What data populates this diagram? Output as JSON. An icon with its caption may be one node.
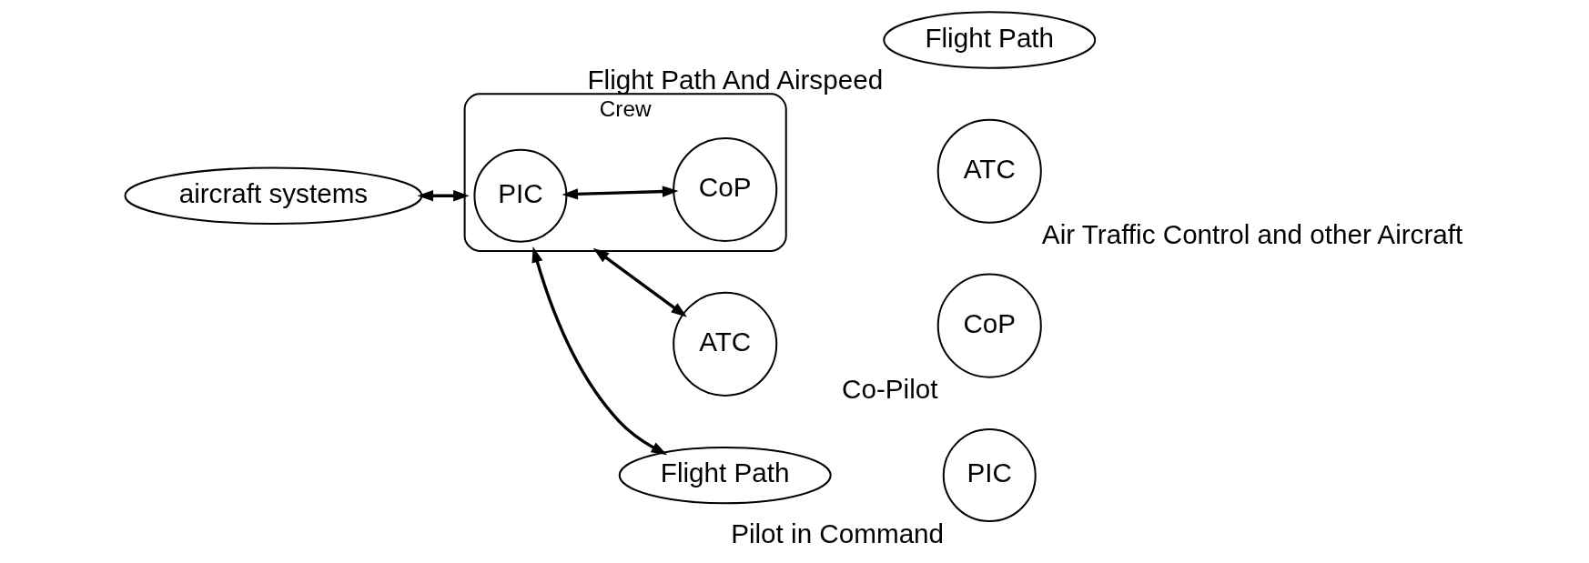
{
  "diagram": {
    "nodes": [
      {
        "text": [
          "aircraft systems"
        ]
      },
      {
        "text": [
          "Crew"
        ]
      },
      {
        "text": [
          "PIC"
        ],
        "in": 1
      },
      {
        "text": [
          "CoP"
        ],
        "in": 1
      },
      {
        "text": [
          "ATC"
        ]
      },
      {
        "text": [
          "Flight Path"
        ]
      },
      {
        "text": [
          "PIC"
        ],
        "beside": [
          "Pilot in Command"
        ]
      },
      {
        "text": [
          "CoP"
        ],
        "beside": [
          "Co-Pilot"
        ]
      },
      {
        "text": [
          "ATC"
        ],
        "beside": [
          "Air Traffic Control and other Aircraft"
        ]
      },
      {
        "text": [
          "Flight Path"
        ],
        "beside": [
          "Flight Path And Airspeed"
        ]
      }
    ],
    "edges": [
      {
        "from": 0,
        "to": 1,
        "arrow": "both"
      },
      {
        "from": 2,
        "to": 3,
        "arrow": "both"
      },
      {
        "from": 1,
        "to": 4,
        "arrow": "both"
      },
      {
        "from": 1,
        "to": 5,
        "arrow": "both"
      }
    ]
  }
}
